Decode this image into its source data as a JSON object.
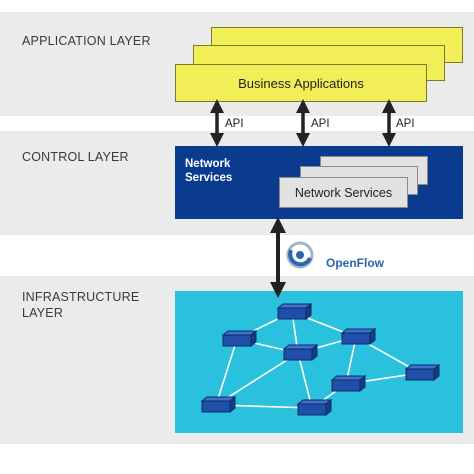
{
  "layers": {
    "application": "APPLICATION LAYER",
    "control": "CONTROL LAYER",
    "infrastructure": "INFRASTRUCTURE\nLAYER"
  },
  "application": {
    "box_label": "Business Applications"
  },
  "control": {
    "title": "Network\nServices",
    "card_label": "Network Services"
  },
  "api_labels": [
    "API",
    "API",
    "API"
  ],
  "openflow": {
    "label": "OpenFlow"
  },
  "colors": {
    "app_fill": "#f2ee57",
    "control_fill": "#0a3b8e",
    "infra_fill": "#29c1de",
    "switch_fill": "#1f4fa8"
  },
  "icons": [
    "double-arrow-icon",
    "openflow-logo-icon",
    "network-switch-icon"
  ]
}
